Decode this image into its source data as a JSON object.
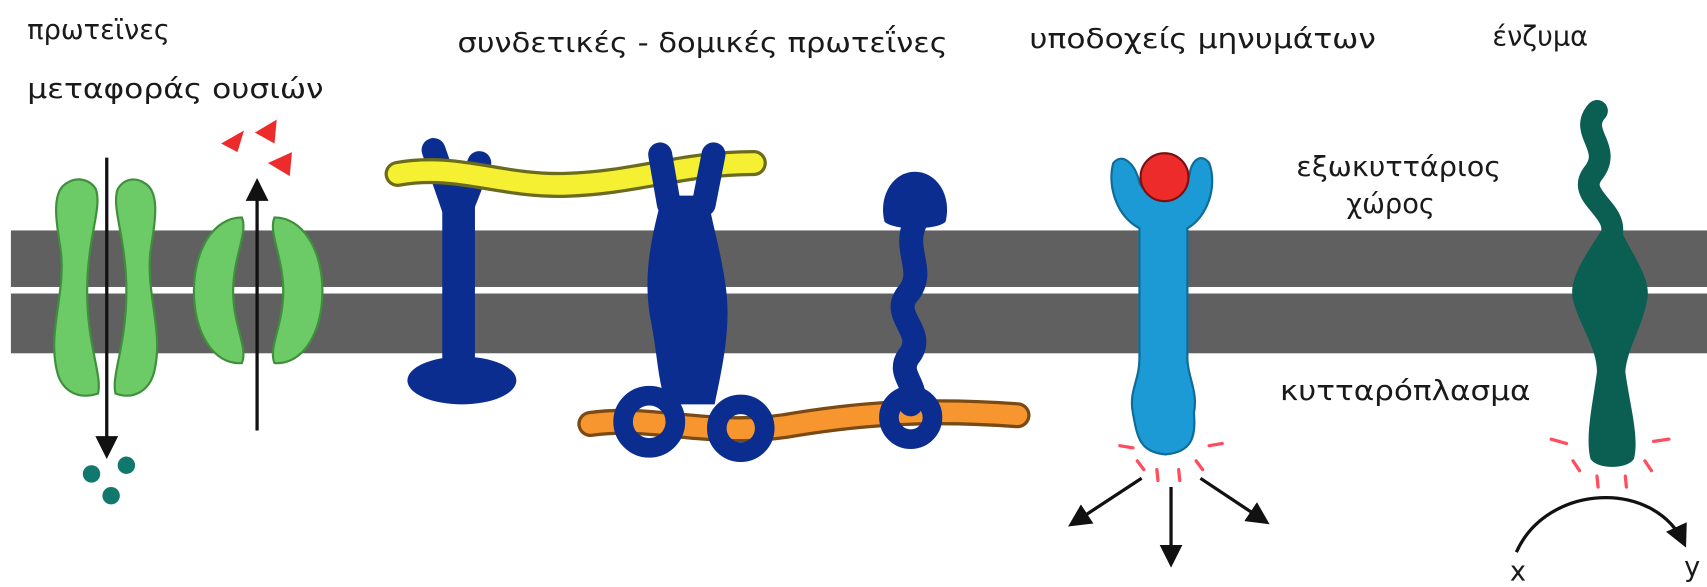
{
  "labels": {
    "transport_line1": "πρωτεϊνες",
    "transport_line2": "μεταφοράς ουσιών",
    "structural": "συνδετικές - δομικές πρωτεΐνες",
    "receptors": "υποδοχείς μηνυμάτων",
    "enzyme": "ένζυμα",
    "extracellular_line1": "εξωκυττάριος",
    "extracellular_line2": "χώρος",
    "cytoplasm": "κυτταρόπλασμα",
    "substrate": "x",
    "product": "y"
  },
  "colors": {
    "membrane": "#606060",
    "transport_protein": "#6ccb66",
    "structural_protein": "#0a2d8f",
    "yellow_filament": "#f5f032",
    "orange_filament": "#f7962f",
    "receptor": "#1b9ad6",
    "signal_molecule": "#ee2b2b",
    "enzyme": "#0b5e52",
    "transported_particles": "#11786e",
    "activation_marks": "#ff4d5e"
  }
}
